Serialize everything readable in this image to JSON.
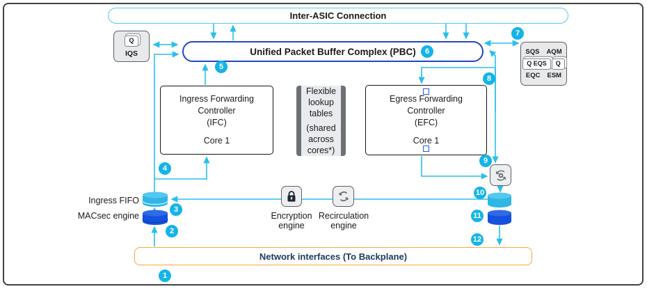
{
  "title": "ASIC packet flow diagram",
  "inter_asic": {
    "label": "Inter-ASIC Connection"
  },
  "pbc": {
    "label": "Unified Packet Buffer Complex (PBC)"
  },
  "iqs": {
    "card_label": "Q",
    "label": "IQS"
  },
  "egress_queue_box": {
    "row_top": {
      "left": "SQS",
      "right": "AQM"
    },
    "cards": {
      "left": "Q EQS",
      "right": "Q"
    },
    "row_bottom": {
      "left": "EQC",
      "right": "ESM"
    }
  },
  "ifc": {
    "lines": [
      "Ingress Forwarding",
      "Controller",
      "(IFC)"
    ],
    "core": "Core 1"
  },
  "efc": {
    "lines": [
      "Egress Forwarding",
      "Controller",
      "(EFC)"
    ],
    "core": "Core 1"
  },
  "lookup": {
    "lines": [
      "Flexible",
      "lookup",
      "tables"
    ],
    "sub_lines": [
      "(shared",
      "across",
      "cores*)"
    ]
  },
  "labels": {
    "ingress_fifo": "Ingress FIFO",
    "macsec_engine": "MACsec engine",
    "encryption_engine": [
      "Encryption",
      "engine"
    ],
    "recirculation_engine": [
      "Recirculation",
      "engine"
    ]
  },
  "network": {
    "label": "Network interfaces (To Backplane)"
  },
  "badges": [
    "1",
    "2",
    "3",
    "4",
    "5",
    "6",
    "7",
    "8",
    "9",
    "10",
    "11",
    "12"
  ],
  "colors": {
    "line_cyan": "#29bfec",
    "badge_cyan": "#14b4e8",
    "pbc_border_blue": "#2146c7",
    "inter_asic_border": "#53c7ef",
    "network_border_orange": "#f6a83c",
    "network_text_navy": "#1c3a5e",
    "cylinder_cyan": "#2eb6e5",
    "cylinder_blue": "#1451dd",
    "icon_box_gray": "#e7e9eb",
    "lookup_side_gray": "#6d7175"
  }
}
